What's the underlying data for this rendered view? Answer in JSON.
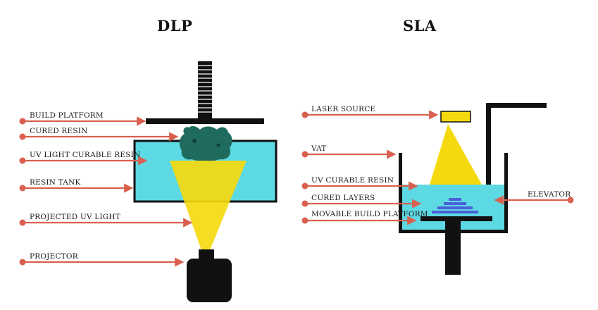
{
  "dlp": {
    "title": "DLP",
    "labels": {
      "build_platform": "BUILD PLATFORM",
      "cured_resin": "CURED RESIN",
      "uv_light_curable_resin": "UV LIGHT CURABLE RESIN",
      "resin_tank": "RESIN TANK",
      "projected_uv_light": "PROJECTED UV LIGHT",
      "projector": "PROJECTOR"
    }
  },
  "sla": {
    "title": "SLA",
    "labels": {
      "laser_source": "LASER SOURCE",
      "vat": "VAT",
      "uv_curable_resin": "UV CURABLE RESIN",
      "cured_layers": "CURED LAYERS",
      "movable_build_platform": "MOVABLE BUILD PLATFORM",
      "elevator": "ELEVATOR"
    }
  },
  "colors": {
    "arrow": "#d9604e",
    "resin": "#5dd9e3",
    "light": "#f5d90f",
    "cured_part": "#1f6b5e",
    "cured_layers": "#4b5fd8",
    "machine": "#111111"
  }
}
